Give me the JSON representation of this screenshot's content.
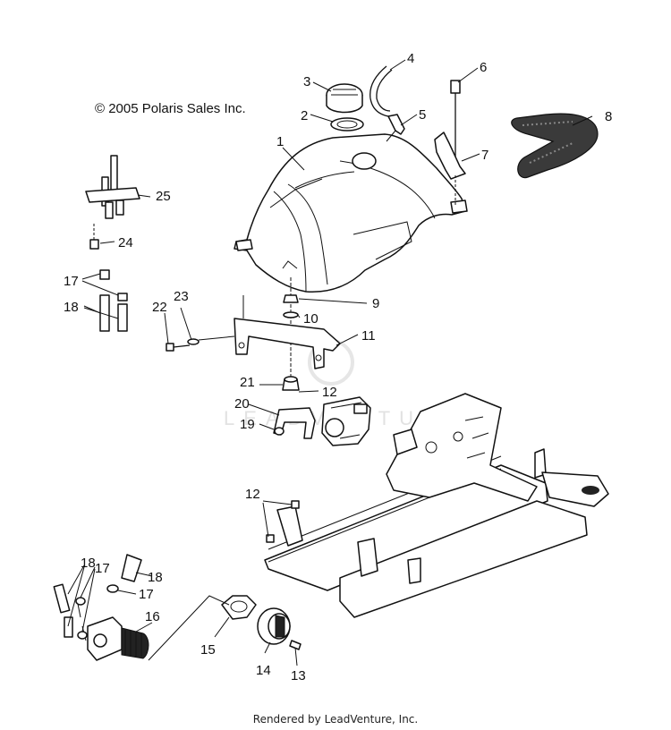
{
  "copyright": "© 2005 Polaris Sales Inc.",
  "footer": "Rendered by LeadVenture, Inc.",
  "watermark": "LEADVENTURE",
  "callouts": [
    {
      "label": "1",
      "part": "fuel-tank"
    },
    {
      "label": "2",
      "part": "cap-gasket"
    },
    {
      "label": "3",
      "part": "fuel-cap"
    },
    {
      "label": "4",
      "part": "vent-hose"
    },
    {
      "label": "5",
      "part": "vent-fitting"
    },
    {
      "label": "6",
      "part": "strap-bolt"
    },
    {
      "label": "7",
      "part": "tank-strap-bracket"
    },
    {
      "label": "8",
      "part": "foam-strip"
    },
    {
      "label": "9",
      "part": "nut"
    },
    {
      "label": "10",
      "part": "washer"
    },
    {
      "label": "11",
      "part": "mount-bracket"
    },
    {
      "label": "12",
      "part": "bolt"
    },
    {
      "label": "13",
      "part": "petcock-screw"
    },
    {
      "label": "14",
      "part": "petcock-knob"
    },
    {
      "label": "15",
      "part": "petcock-plate"
    },
    {
      "label": "16",
      "part": "fuel-valve"
    },
    {
      "label": "17",
      "part": "hose-clamp"
    },
    {
      "label": "18",
      "part": "fuel-line"
    },
    {
      "label": "19",
      "part": "screw"
    },
    {
      "label": "20",
      "part": "valve-bracket"
    },
    {
      "label": "21",
      "part": "grommet"
    },
    {
      "label": "22",
      "part": "bolt"
    },
    {
      "label": "23",
      "part": "washer"
    },
    {
      "label": "24",
      "part": "screw"
    },
    {
      "label": "25",
      "part": "fuel-valve-assembly"
    }
  ]
}
